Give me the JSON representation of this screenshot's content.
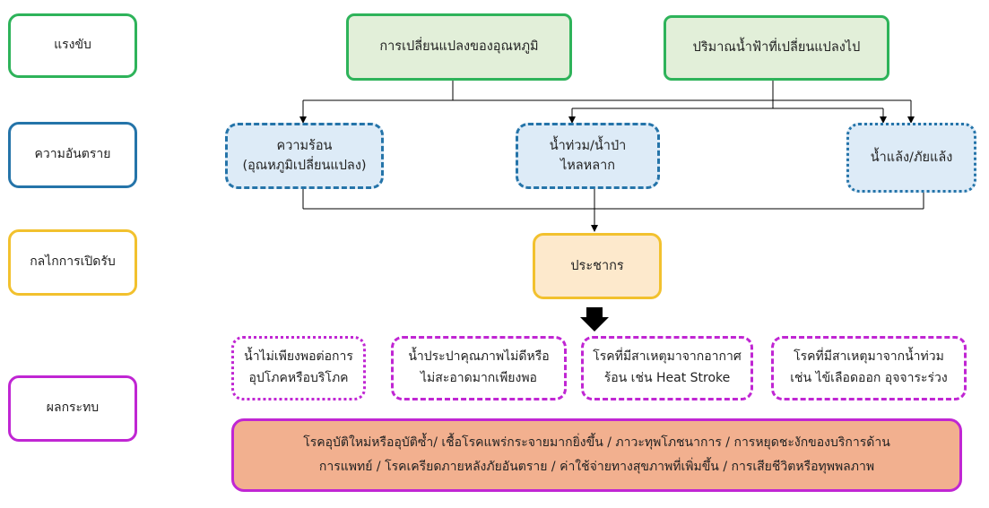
{
  "labels": {
    "driver": "แรงขับ",
    "hazard": "ความอันตราย",
    "exposure": "กลไกการเปิดรับ",
    "impact": "ผลกระทบ"
  },
  "drivers": [
    "การเปลี่ยนแปลงของอุณหภูมิ",
    "ปริมาณน้ำฟ้าที่เปลี่ยนแปลงไป"
  ],
  "hazards": {
    "heat_line1": "ความร้อน",
    "heat_line2": "(อุณหภูมิเปลี่ยนแปลง)",
    "flood_line1": "น้ำท่วม/น้ำป่า",
    "flood_line2": "ไหลหลาก",
    "drought": "น้ำแล้ง/ภัยแล้ง"
  },
  "exposure": "ประชากร",
  "impacts": [
    {
      "line1": "น้ำไม่เพียงพอต่อการ",
      "line2": "อุปโภคหรือบริโภค"
    },
    {
      "line1": "น้ำประปาคุณภาพไม่ดีหรือ",
      "line2": "ไม่สะอาดมากเพียงพอ"
    },
    {
      "line1": "โรคที่มีสาเหตุมาจากอากาศ",
      "line2": "ร้อน เช่น Heat Stroke"
    },
    {
      "line1": "โรคที่มีสาเหตุมาจากน้ำท่วม",
      "line2": "เช่น ไข้เลือดออก อุจจาระร่วง"
    }
  ],
  "summary": {
    "line1": "โรคอุบัติใหม่หรืออุบัติซ้ำ/ เชื้อโรคแพร่กระจายมากยิ่งขึ้น / ภาวะทุพโภชนาการ / การหยุดชะงักของบริการด้าน",
    "line2": "การแพทย์ / โรคเครียดภายหลังภัยอันตราย / ค่าใช้จ่ายทางสุขภาพที่เพิ่มขึ้น / การเสียชีวิตหรือทุพพลภาพ"
  },
  "colors": {
    "green": "#2eb35a",
    "blue": "#2574a9",
    "yellow": "#f2c12e",
    "magenta": "#c026d3",
    "green_fill": "#e2efd9",
    "blue_fill": "#ddebf7",
    "yellow_fill": "#fde9cc",
    "salmon_fill": "#f2b08f"
  }
}
